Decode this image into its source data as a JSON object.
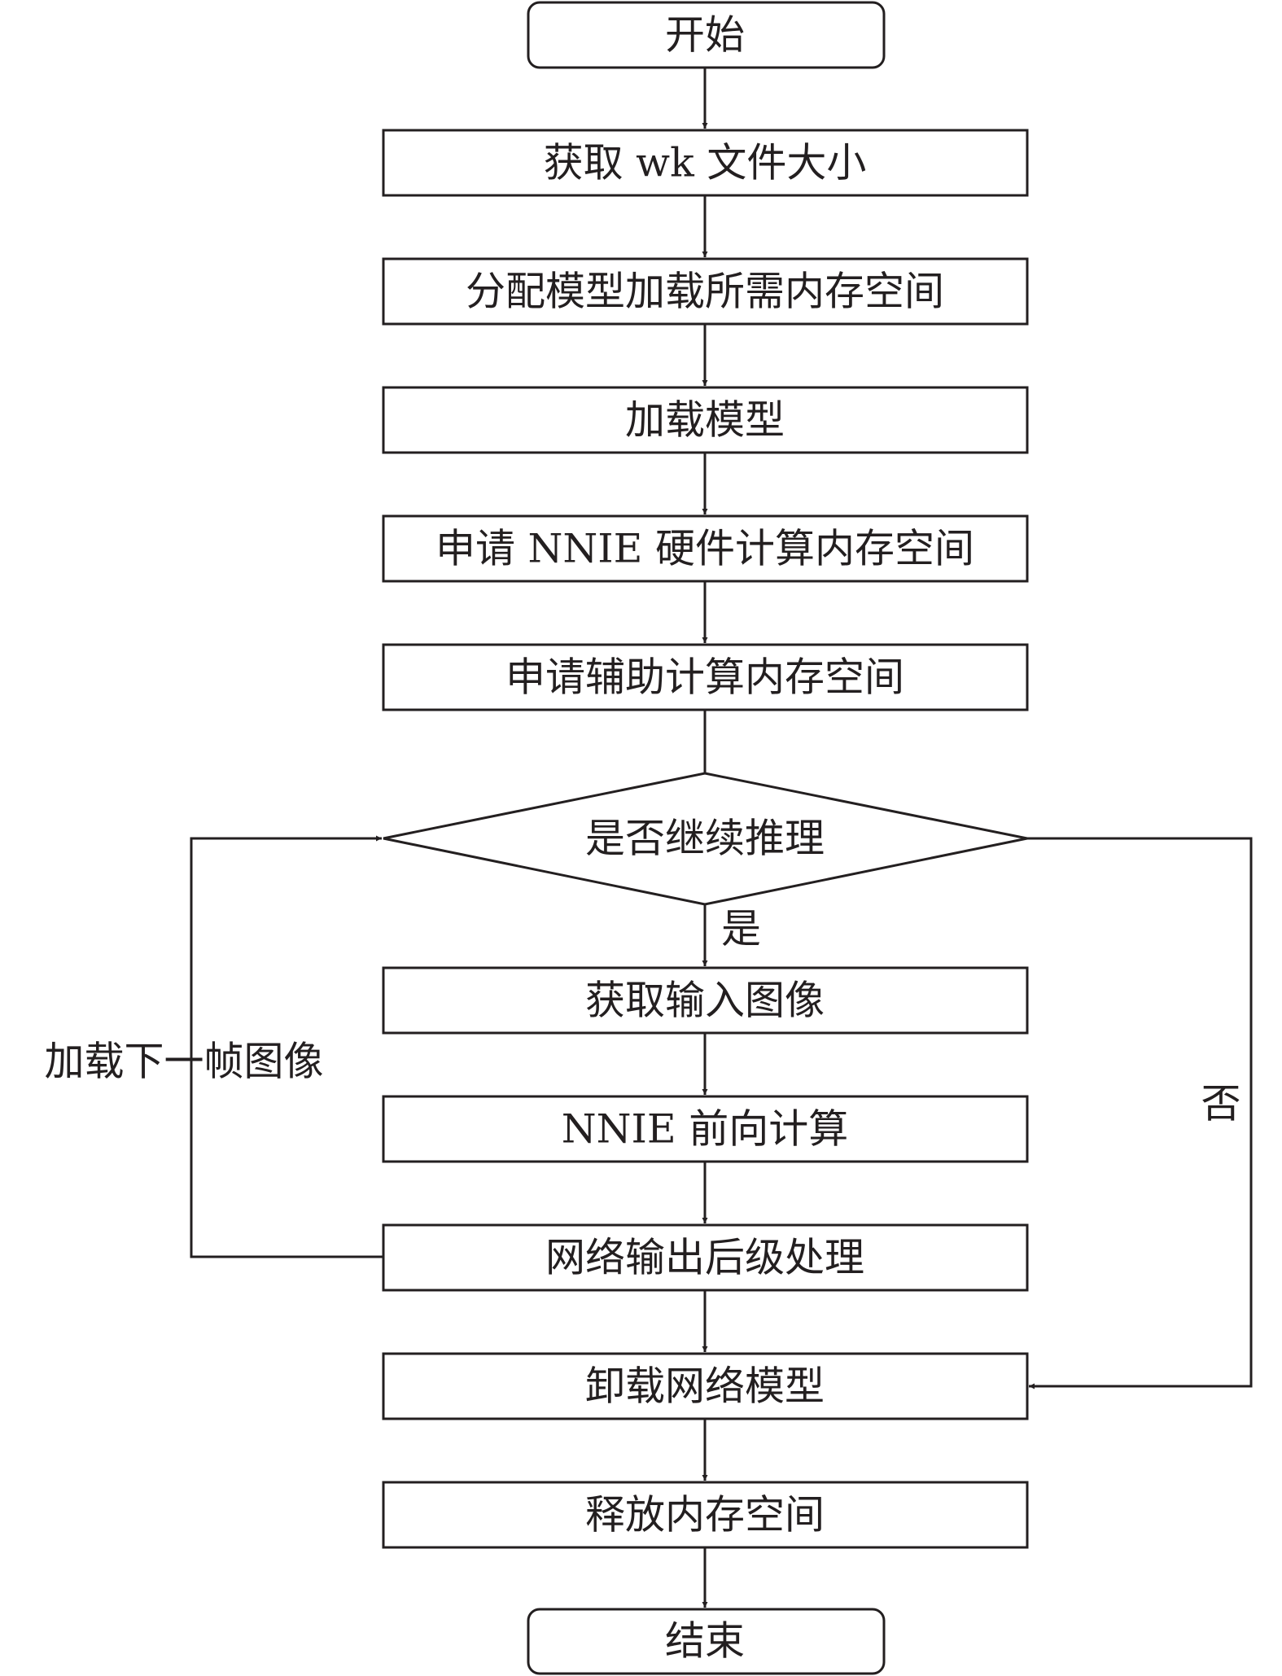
{
  "nodes": {
    "start": "开始",
    "get_wk_size": "获取 wk 文件大小",
    "alloc_model_memory": "分配模型加载所需内存空间",
    "load_model": "加载模型",
    "request_nnie_memory": "申请 NNIE 硬件计算内存空间",
    "request_aux_memory": "申请辅助计算内存空间",
    "continue_decision": "是否继续推理",
    "get_input_image": "获取输入图像",
    "nnie_forward": "NNIE 前向计算",
    "post_process": "网络输出后级处理",
    "unload_model": "卸载网络模型",
    "release_memory": "释放内存空间",
    "end": "结束"
  },
  "edges": {
    "yes_label": "是",
    "no_label": "否",
    "loop_label": "加载下一帧图像"
  },
  "colors": {
    "stroke": "#231f20",
    "background": "#ffffff"
  }
}
